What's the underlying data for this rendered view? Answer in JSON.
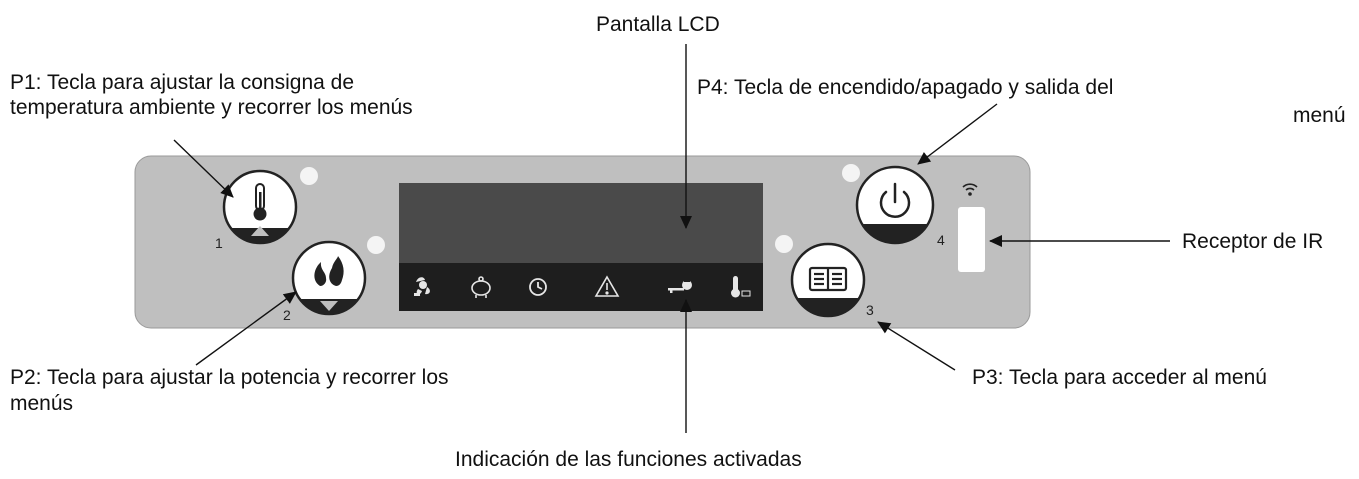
{
  "labels": {
    "lcd": "Pantalla LCD",
    "p1_line1": "P1: Tecla para ajustar la consigna de",
    "p1_line2": "temperatura ambiente y recorrer los menús",
    "p4_line1": "P4: Tecla de encendido/apagado y salida del",
    "p4_line2": "menú",
    "ir": "Receptor de IR",
    "p2_line1": "P2: Tecla para ajustar la potencia y recorrer los",
    "p2_line2": "menús",
    "p3": "P3: Tecla para acceder al menú",
    "functions": "Indicación de las funciones activadas"
  },
  "keys": {
    "k1": "1",
    "k2": "2",
    "k3": "3",
    "k4": "4"
  },
  "icons": {
    "key1": "thermometer-icon",
    "key2": "flame-icon",
    "key3": "book-icon",
    "key4": "power-icon",
    "ir": "wireless-signal-icon",
    "lcd_strip": [
      "fan-icon",
      "piggy-bank-icon",
      "clock-icon",
      "warning-icon",
      "key-icon",
      "thermometer-ok-icon"
    ]
  },
  "colors": {
    "panel": "#bfbfbf",
    "lcd": "#4a4a4a",
    "lcd_strip": "#1e1e1e",
    "key_fill": "#ffffff",
    "key_bottom": "#222222"
  }
}
